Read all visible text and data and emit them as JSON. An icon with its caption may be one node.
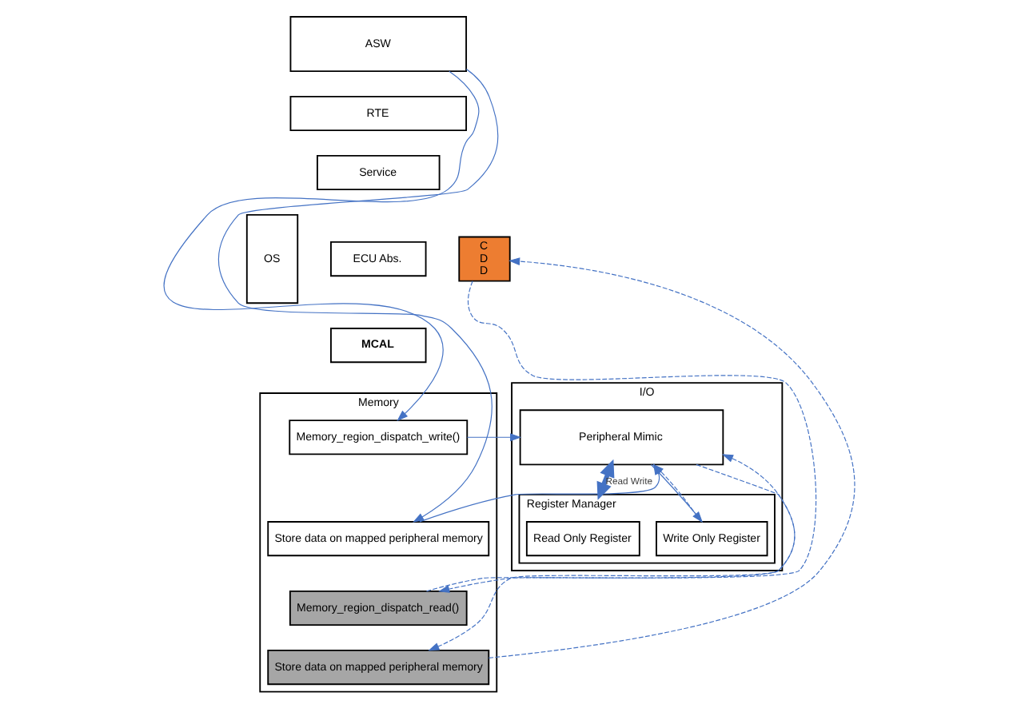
{
  "diagram": {
    "nodes": [
      {
        "text": [
          "ASW"
        ]
      },
      {
        "text": [
          "RTE"
        ]
      },
      {
        "text": [
          "OS"
        ]
      },
      {
        "text": [
          "Service"
        ]
      },
      {
        "text": [
          "ECU Abs."
        ]
      },
      {
        "text": [
          "MCAL"
        ]
      },
      {
        "text": [
          "C D D"
        ]
      },
      {
        "text": [
          "I/O"
        ]
      },
      {
        "text": [
          "Peripheral Mimic"
        ],
        "in": 7
      },
      {
        "text": [
          "Register Manager"
        ],
        "in": 7
      },
      {
        "text": [
          "Read Only Register"
        ],
        "in": 9
      },
      {
        "text": [
          "Write Only Register"
        ],
        "in": 9
      },
      {
        "text": [
          "Memory"
        ]
      },
      {
        "text": [
          "Memory_region_dispatch_write()"
        ],
        "in": 12
      },
      {
        "text": [
          "Store data on mapped peripheral memory"
        ],
        "in": 12
      },
      {
        "text": [
          "Memory_region_dispatch_read()"
        ],
        "in": 12
      },
      {
        "text": [
          "Store data on mapped peripheral memory"
        ],
        "in": 12
      }
    ],
    "edges": [
      {
        "from": 0,
        "to": 13,
        "arrow": "to"
      },
      {
        "from": 0,
        "to": 14,
        "arrow": "to"
      },
      {
        "from": 13,
        "to": 8,
        "arrow": "to"
      },
      {
        "from": 14,
        "to": 8,
        "arrow": "to"
      },
      {
        "from": 8,
        "to": 11,
        "arrow": "to"
      },
      {
        "from": 11,
        "to": 8,
        "arrow": "to",
        "style": "dashed"
      },
      {
        "from": 15,
        "to": 8,
        "arrow": "to",
        "style": "dashed"
      },
      {
        "from": 8,
        "to": 16,
        "arrow": "to",
        "style": "dashed"
      },
      {
        "from": 16,
        "to": 6,
        "arrow": "to",
        "style": "dashed"
      },
      {
        "from": 6,
        "to": 15,
        "arrow": "to",
        "style": "dashed"
      },
      {
        "from": 8,
        "to": 9,
        "arrow": "both",
        "style": "thick",
        "label": "Read Write"
      }
    ]
  }
}
